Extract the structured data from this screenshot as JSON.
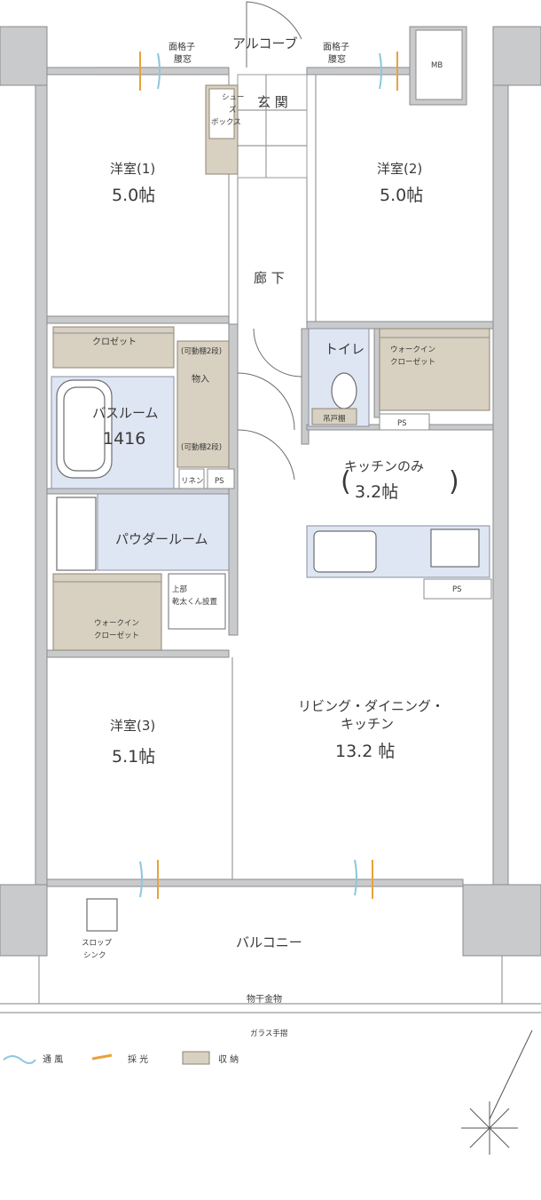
{
  "rooms": {
    "western1": {
      "name": "洋室(1)",
      "size": "5.0帖"
    },
    "western2": {
      "name": "洋室(2)",
      "size": "5.0帖"
    },
    "western3": {
      "name": "洋室(3)",
      "size": "5.1帖"
    },
    "ldk": {
      "name_line1": "リビング・ダイニング・",
      "name_line2": "キッチン",
      "size": "13.2 帖"
    },
    "kitchen_only": {
      "name": "キッチンのみ",
      "size": "3.2帖"
    },
    "corridor": "廊 下",
    "entrance": "玄 関",
    "alcove": "アルコーブ",
    "toilet": "トイレ",
    "bathroom": "バスルーム",
    "bath_size": "1416",
    "powder_room": "パウダールーム",
    "balcony": "バルコニー"
  },
  "labels": {
    "lattice_window_left_1": "面格子",
    "lattice_window_left_2": "腰窓",
    "lattice_window_right_1": "面格子",
    "lattice_window_right_2": "腰窓",
    "mb": "MB",
    "shoe_box_1": "シュー",
    "shoe_box_2": "ズ",
    "shoe_box_3": "ボックス",
    "closet": "クロゼット",
    "movable_shelf_top": "(可動棚2段)",
    "storage": "物入",
    "movable_shelf_bottom": "(可動棚2段)",
    "linen": "リネン",
    "ps1": "PS",
    "ps2": "PS",
    "ps3": "PS",
    "walkin_top_1": "ウォークイン",
    "walkin_top_2": "クローゼット",
    "walkin_bottom_1": "ウォークイン",
    "walkin_bottom_2": "クローゼット",
    "hanging_cabinet": "吊戸棚",
    "dryer_1": "上部",
    "dryer_2": "乾太くん設置",
    "slop_sink_1": "スロップ",
    "slop_sink_2": "シンク",
    "laundry_hardware": "物干金物",
    "glass_railing": "ガラス手摺"
  },
  "legend": {
    "ventilation": "通 風",
    "daylight": "採 光",
    "storage": "収 納"
  },
  "colors": {
    "wall": "#c9cacb",
    "storage": "#d8d0c0",
    "wet_area": "#dfe6f3",
    "ventilation": "#8cc7df",
    "daylight": "#e8a23a"
  }
}
